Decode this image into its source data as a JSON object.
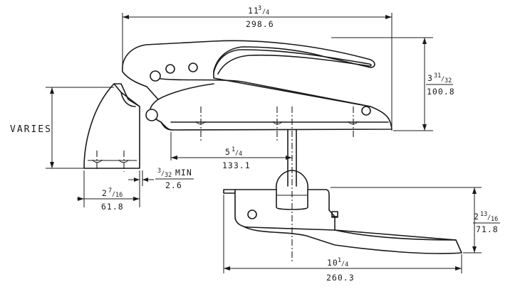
{
  "dimensions": {
    "overall_length": {
      "fraction_int": "11",
      "fraction_num": "3",
      "fraction_den": "4",
      "metric": "298.6"
    },
    "height": {
      "fraction_int": "3",
      "fraction_num": "31",
      "fraction_den": "32",
      "metric": "100.8"
    },
    "varies": {
      "label": "VARIES"
    },
    "stem_offset": {
      "fraction_int": "5",
      "fraction_num": "1",
      "fraction_den": "4",
      "metric": "133.1"
    },
    "min_gap": {
      "fraction_num": "3",
      "fraction_den": "32",
      "suffix": "MIN",
      "metric": "2.6"
    },
    "keeper_width": {
      "fraction_int": "2",
      "fraction_num": "7",
      "fraction_den": "16",
      "metric": "61.8"
    },
    "lever_height": {
      "fraction_int": "2",
      "fraction_num": "13",
      "fraction_den": "16",
      "metric": "71.8"
    },
    "lever_length": {
      "fraction_int": "10",
      "fraction_num": "1",
      "fraction_den": "4",
      "metric": "260.3"
    }
  }
}
